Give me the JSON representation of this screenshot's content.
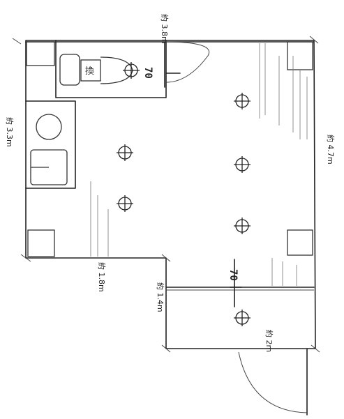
{
  "dimensions": {
    "top": "約 3.8m",
    "left_upper": "約 3.3m",
    "left_mid": "約 1.8m",
    "inner": "約 1.4m",
    "right": "約 4.7m",
    "bottom_right": "約 2m"
  },
  "notes": {
    "upper_70": "70",
    "lower_70": "70"
  },
  "fixture_label": "換"
}
